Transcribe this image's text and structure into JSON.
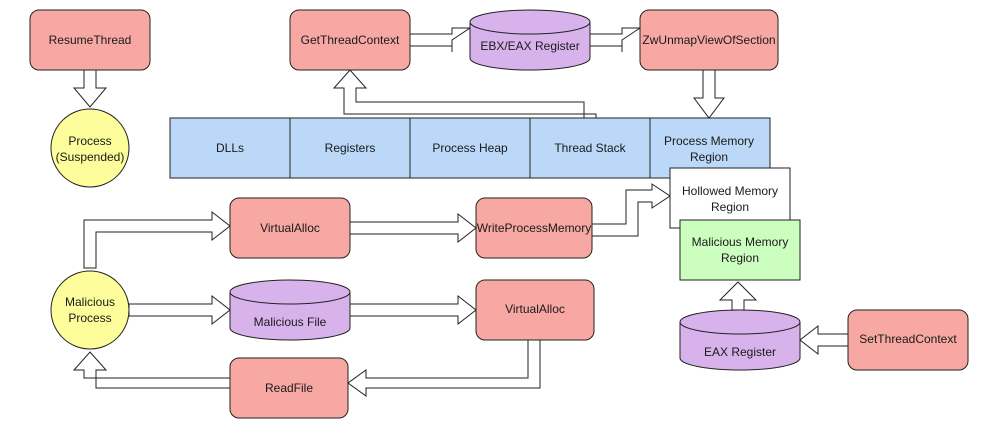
{
  "nodes": {
    "resume_thread": "ResumeThread",
    "process_suspended_1": "Process",
    "process_suspended_2": "(Suspended)",
    "get_thread_context": "GetThreadContext",
    "ebx_eax_register": "EBX/EAX Register",
    "zw_unmap": "ZwUnmapViewOfSection",
    "dlls": "DLLs",
    "registers": "Registers",
    "process_heap": "Process Heap",
    "thread_stack": "Thread Stack",
    "process_memory_region_1": "Process Memory",
    "process_memory_region_2": "Region",
    "hollowed_memory_region_1": "Hollowed Memory",
    "hollowed_memory_region_2": "Region",
    "malicious_memory_region_1": "Malicious Memory",
    "malicious_memory_region_2": "Region",
    "virtual_alloc_top": "VirtualAlloc",
    "write_process_memory": "WriteProcessMemory",
    "malicious_process_1": "Malicious",
    "malicious_process_2": "Process",
    "malicious_file": "Malicious File",
    "virtual_alloc_mid": "VirtualAlloc",
    "read_file": "ReadFile",
    "eax_register": "EAX Register",
    "set_thread_context": "SetThreadContext"
  },
  "colors": {
    "api_call": "#f8a8a3",
    "process": "#fdfd9b",
    "register_store": "#d8b3eb",
    "memory_segment": "#bcd8f8",
    "hollowed_region": "#ffffff",
    "malicious_region": "#ccffbf"
  }
}
